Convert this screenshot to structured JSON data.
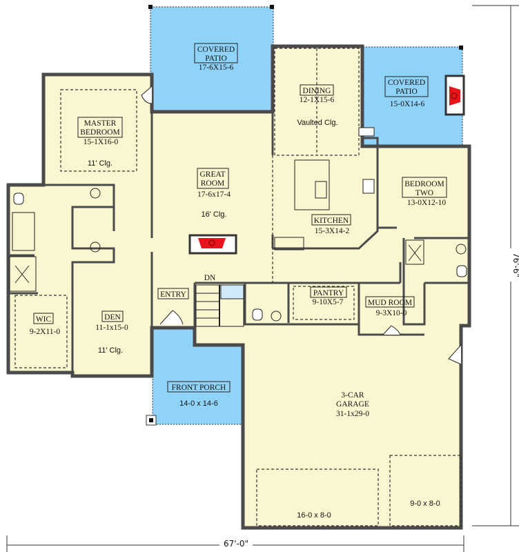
{
  "rooms": {
    "covered_patio_rear": {
      "name_1": "COVERED",
      "name_2": "PATIO",
      "size": "17-6X15-6"
    },
    "covered_patio_side": {
      "name_1": "COVERED",
      "name_2": "PATIO",
      "size": "15-0X14-6"
    },
    "master_bedroom": {
      "name_1": "MASTER",
      "name_2": "BEDROOM",
      "size": "15-1X16-0",
      "ceiling": "11' Clg."
    },
    "great_room": {
      "name_1": "GREAT",
      "name_2": "ROOM",
      "size": "17-6x17-4",
      "ceiling": "16' Clg."
    },
    "dining": {
      "name": "DINING",
      "size": "12-1X15-6",
      "ceiling": "Vaulted Clg."
    },
    "kitchen": {
      "name": "KITCHEN",
      "size": "15-3X14-2"
    },
    "bedroom_two": {
      "name_1": "BEDROOM",
      "name_2": "TWO",
      "size": "13-0X12-10"
    },
    "wic": {
      "name": "WIC",
      "size": "9-2X11-0"
    },
    "den": {
      "name": "DEN",
      "size": "11-1x15-0",
      "ceiling": "11' Clg."
    },
    "entry": {
      "name": "ENTRY"
    },
    "stairs": {
      "label": "DN"
    },
    "pantry": {
      "name": "PANTRY",
      "size": "9-10X5-7"
    },
    "mud_room": {
      "name": "MUD ROOM",
      "size": "9-3X10-0"
    },
    "front_porch": {
      "name": "FRONT PORCH",
      "size": "14-0 x 14-6"
    },
    "garage": {
      "name_1": "3-CAR",
      "name_2": "GARAGE",
      "size": "31-1x29-0",
      "door_1": "16-0 x 8-0",
      "door_2": "9-0 x 8-0"
    }
  },
  "dimensions": {
    "width": "67'-0\"",
    "depth": "76'-6\""
  },
  "colors": {
    "interior": "#faf6d0",
    "patio": "#90d3f8",
    "wall": "#4a4a4a",
    "fireplace": "#e8141b"
  }
}
